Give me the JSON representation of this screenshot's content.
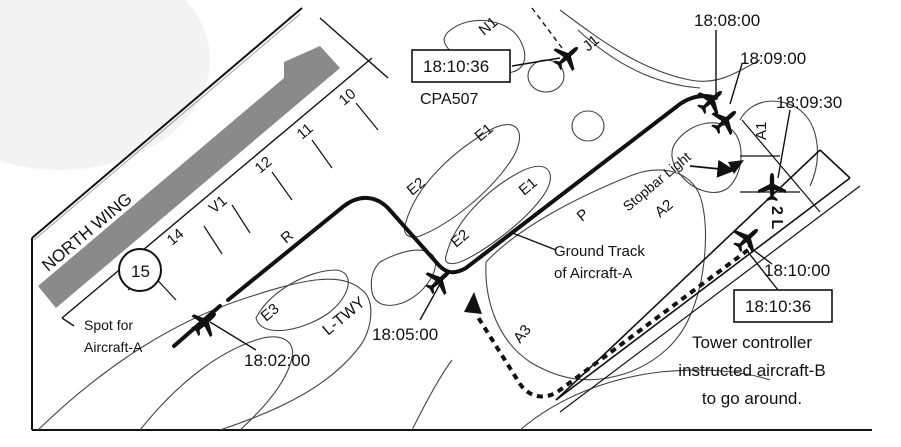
{
  "airport": {
    "terminal_label": "NORTH WING",
    "spot_number": "15",
    "spot_caption_line1": "Spot for",
    "spot_caption_line2": "Aircraft-A",
    "taxiway_labels": {
      "r": "R",
      "v1": "V1",
      "l_twy": "L-TWY",
      "e1_upper": "E1",
      "e1_lower": "E1",
      "e2_upper": "E2",
      "e2_lower": "E2",
      "e3": "E3",
      "n1": "N1",
      "j1": "J1",
      "p": "P",
      "a1": "A1",
      "a2": "A2",
      "a3": "A3",
      "runway": "2 L"
    },
    "spot_numbers": [
      "10",
      "11",
      "12",
      "14"
    ],
    "stopbar_label": "Stopbar Light"
  },
  "aircraft_a": {
    "ground_track_line1": "Ground Track",
    "ground_track_line2": "of Aircraft-A",
    "times": {
      "t1": "18:02:00",
      "t2": "18:05:00",
      "t3": "18:08:00",
      "t4": "18:09:00",
      "t5": "18:09:30"
    }
  },
  "aircraft_b": {
    "time_1": "18:10:00",
    "time_2": "18:10:36",
    "note_line1": "Tower controller",
    "note_line2": "instructed aircraft-B",
    "note_line3": "to go around."
  },
  "other_aircraft": {
    "time": "18:10:36",
    "callsign": "CPA507"
  },
  "icons": [
    "airplane-icon",
    "arrow-icon",
    "spot-circle-icon"
  ],
  "colors": {
    "ink": "#111111",
    "terminal": "#8a8a8a",
    "contour": "#555555"
  }
}
